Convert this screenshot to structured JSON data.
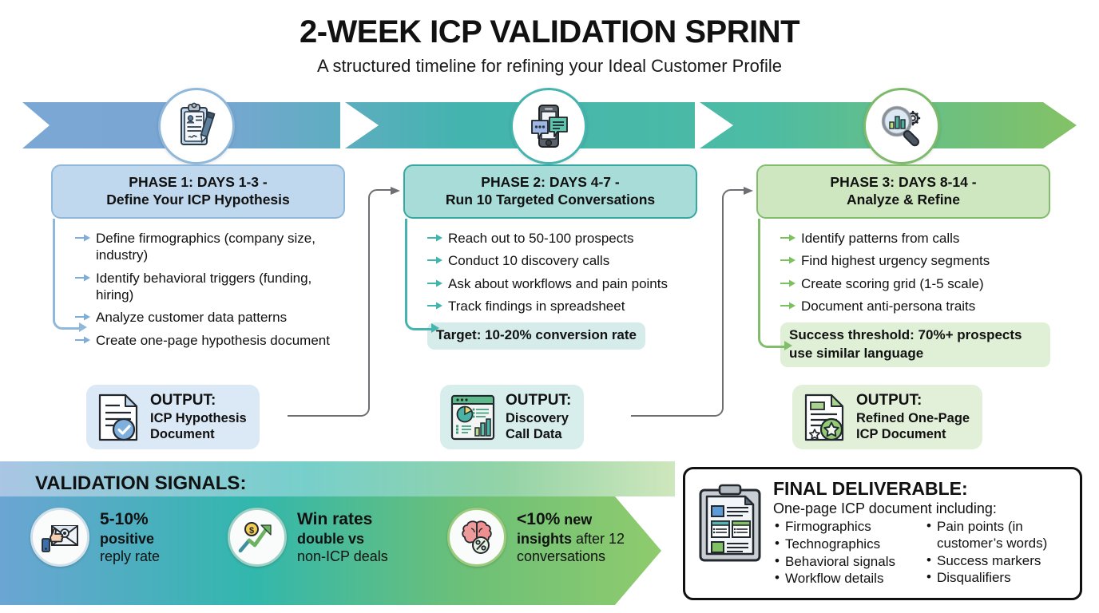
{
  "header": {
    "title": "2-WEEK ICP VALIDATION SPRINT",
    "subtitle": "A structured timeline for refining your Ideal Customer Profile"
  },
  "colors": {
    "phase1_accent": "#8fb8da",
    "phase1_fill": "#bfd8ee",
    "phase2_accent": "#36a8a4",
    "phase2_fill": "#a8dcd8",
    "phase3_accent": "#82bd6e",
    "phase3_fill": "#cfe7c1",
    "arrow_start": "#6f9fd0",
    "arrow_mid": "#35b3ab",
    "arrow_end": "#84c265",
    "text": "#111111"
  },
  "phases": [
    {
      "icon": "clipboard-pen-icon",
      "header_line1": "PHASE 1: DAYS 1-3 -",
      "header_line2": "Define Your ICP Hypothesis",
      "bullets": [
        "Define firmographics (company size, industry)",
        "Identify behavioral triggers (funding, hiring)",
        "Analyze customer data patterns",
        "Create one-page hypothesis document"
      ],
      "callout": null,
      "output": {
        "icon": "document-check-icon",
        "head": "OUTPUT:",
        "line1": "ICP Hypothesis",
        "line2": "Document"
      }
    },
    {
      "icon": "mobile-chat-icon",
      "header_line1": "PHASE 2: DAYS 4-7 -",
      "header_line2": "Run 10 Targeted Conversations",
      "bullets": [
        "Reach out to 50-100 prospects",
        "Conduct 10 discovery calls",
        "Ask about workflows and pain points",
        "Track findings in spreadsheet"
      ],
      "callout": "Target: 10-20% conversion rate",
      "output": {
        "icon": "dashboard-chart-icon",
        "head": "OUTPUT:",
        "line1": "Discovery",
        "line2": "Call Data"
      }
    },
    {
      "icon": "magnifier-chart-gear-icon",
      "header_line1": "PHASE 3: DAYS 8-14 -",
      "header_line2": "Analyze & Refine",
      "bullets": [
        "Identify patterns from calls",
        "Find highest urgency segments",
        "Create scoring grid (1-5 scale)",
        "Document anti-persona traits"
      ],
      "callout": "Success threshold: 70%+ prospects use similar language",
      "output": {
        "icon": "document-star-icon",
        "head": "OUTPUT:",
        "line1": "Refined One-Page",
        "line2": "ICP Document"
      }
    }
  ],
  "validation": {
    "title": "VALIDATION SIGNALS:",
    "signals": [
      {
        "icon": "thumbs-up-envelope-icon",
        "line1": "5-10%",
        "line2": "positive",
        "line3": "reply rate"
      },
      {
        "icon": "money-growth-arrow-icon",
        "line1": "Win rates",
        "line2": "double vs",
        "line3": "non-ICP deals"
      },
      {
        "icon": "brain-percent-icon",
        "line1_strong": "<10%",
        "line1_rest": " new",
        "line2_strong": "insights",
        "line2_rest": " after 12",
        "line3": "conversations"
      }
    ]
  },
  "final_deliverable": {
    "icon": "clipboard-document-icon",
    "title": "FINAL DELIVERABLE:",
    "subtitle": "One-page ICP document including:",
    "items_left": [
      "Firmographics",
      "Technographics",
      "Behavioral signals",
      "Workflow details"
    ],
    "items_right": [
      "Pain points (in customer’s words)",
      "Success markers",
      "Disqualifiers"
    ]
  }
}
